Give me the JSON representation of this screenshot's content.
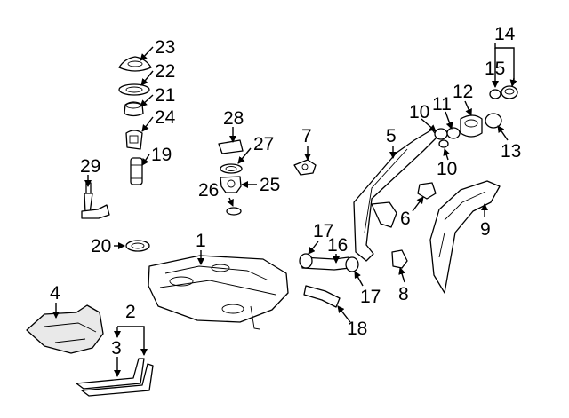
{
  "callouts": {
    "c1": "1",
    "c2": "2",
    "c3": "3",
    "c4": "4",
    "c5": "5",
    "c6": "6",
    "c7": "7",
    "c8": "8",
    "c9": "9",
    "c10a": "10",
    "c10b": "10",
    "c11": "11",
    "c12": "12",
    "c13": "13",
    "c14": "14",
    "c15": "15",
    "c16": "16",
    "c17a": "17",
    "c17b": "17",
    "c18": "18",
    "c19": "19",
    "c20": "20",
    "c21": "21",
    "c22": "22",
    "c23": "23",
    "c24": "24",
    "c25": "25",
    "c26": "26",
    "c27": "27",
    "c28": "28",
    "c29": "29"
  },
  "colors": {
    "line": "#000000",
    "background": "#ffffff",
    "shade": "#e9e9e9"
  }
}
